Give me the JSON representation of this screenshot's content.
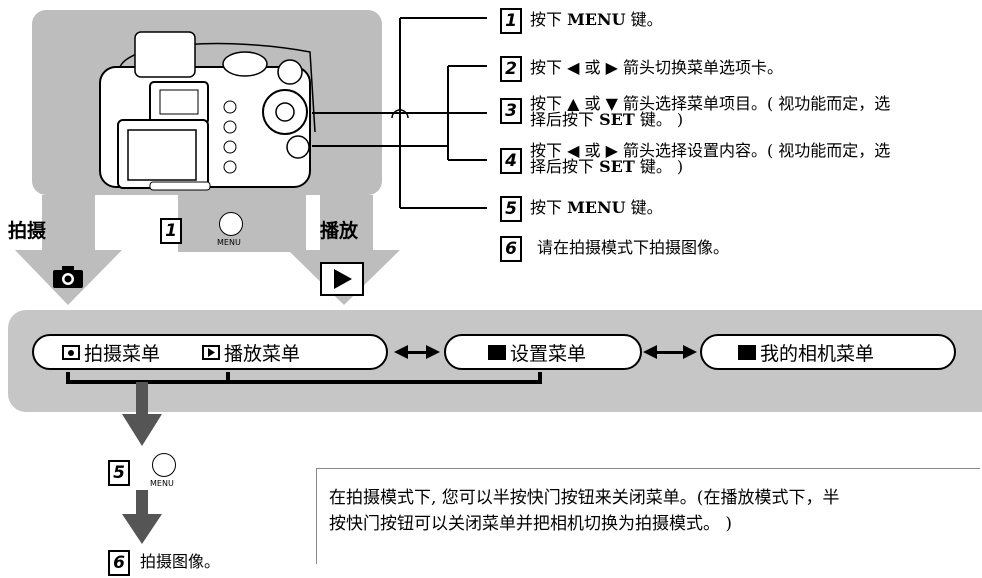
{
  "labels": {
    "shoot": "拍摄",
    "play": "播放",
    "menu_button_text": "MENU"
  },
  "steps": [
    {
      "num": "1",
      "text_a": "按下 ",
      "key": "MENU",
      "text_b": " 键。"
    },
    {
      "num": "2",
      "text": "按下 ◀ 或 ▶ 箭头切换菜单选项卡。"
    },
    {
      "num": "3",
      "line1": "按下 ▲ 或 ▼ 箭头选择菜单项目。( 视功能而定，选",
      "line2_a": "择后按下 ",
      "line2_key": "SET",
      "line2_b": " 键。 )"
    },
    {
      "num": "4",
      "line1": "按下 ◀ 或 ▶ 箭头选择设置内容。( 视功能而定，选",
      "line2_a": "择后按下 ",
      "line2_key": "SET",
      "line2_b": " 键。 )"
    },
    {
      "num": "5",
      "text_a": "按下 ",
      "key": "MENU",
      "text_b": " 键。"
    },
    {
      "num": "6",
      "text": "请在拍摄模式下拍摄图像。"
    }
  ],
  "menus": {
    "shooting": "拍摄菜单",
    "playback": "播放菜单",
    "setup": "设置菜单",
    "mycamera": "我的相机菜单"
  },
  "camera_step": "1",
  "bottom_steps": {
    "step5": "5",
    "step6": "6",
    "step6_text": "拍摄图像。"
  },
  "note": {
    "line1": "在拍摄模式下, 您可以半按快门按钮来关闭菜单。(在播放模式下，半",
    "line2": "按快门按钮可以关闭菜单并把相机切换为拍摄模式。 )"
  }
}
